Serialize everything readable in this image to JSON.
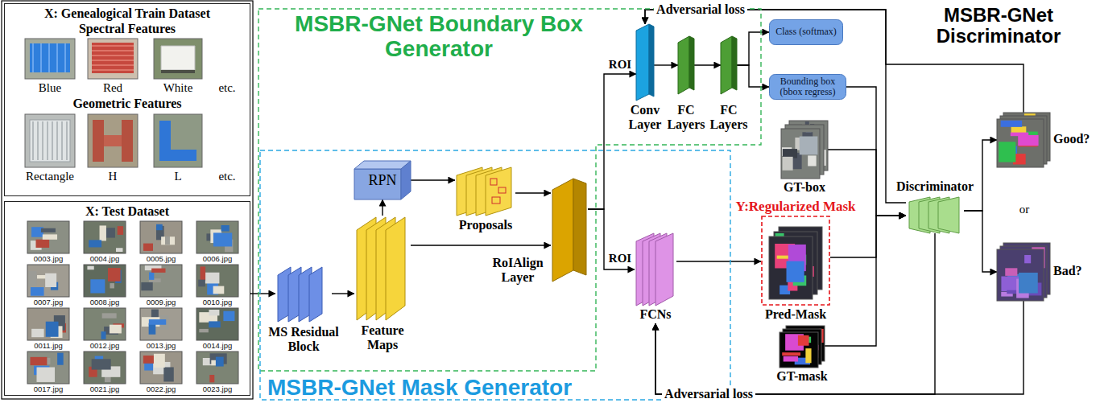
{
  "diagram": {
    "nodes": [
      {
        "text": [
          "X: Genealogical Train Dataset",
          "Spectral Features",
          "Geometric Features"
        ]
      },
      {
        "text": [
          "X: Test Dataset"
        ]
      },
      {
        "text": [
          "MSBR-GNet Boundary Box Generator"
        ]
      },
      {
        "text": [
          "MSBR-GNet Mask Generator"
        ]
      },
      {
        "text": [
          "MS Residual Block"
        ],
        "in": 3
      },
      {
        "text": [
          "Feature Maps"
        ],
        "in": 3
      },
      {
        "text": [
          "RPN"
        ],
        "in": 3
      },
      {
        "text": [
          "Proposals"
        ],
        "in": 3
      },
      {
        "text": [
          "RoIAlign Layer"
        ],
        "in": 3
      },
      {
        "text": [
          "Conv Layer"
        ],
        "in": 2
      },
      {
        "text": [
          "FC Layers"
        ],
        "in": 2
      },
      {
        "text": [
          "FC Layers"
        ],
        "in": 2
      },
      {
        "text": [
          "Class (softmax)"
        ]
      },
      {
        "text": [
          "Bounding box (bbox regress)"
        ]
      },
      {
        "text": [
          "FCNs"
        ],
        "in": 3
      },
      {
        "text": [
          "GT-box"
        ]
      },
      {
        "text": [
          "Y:Regularized Mask",
          "Pred-Mask"
        ]
      },
      {
        "text": [
          "GT-mask"
        ]
      },
      {
        "text": [
          "Discriminator"
        ]
      },
      {
        "text": [
          "Good?"
        ]
      },
      {
        "text": [
          "Bad?"
        ]
      }
    ],
    "edges": [
      {
        "from": 1,
        "to": 4,
        "arrow": "to"
      },
      {
        "from": 4,
        "to": 5,
        "arrow": "to"
      },
      {
        "from": 5,
        "to": 6,
        "arrow": "to"
      },
      {
        "from": 6,
        "to": 7,
        "arrow": "to"
      },
      {
        "from": 7,
        "to": 8,
        "arrow": "to"
      },
      {
        "from": 5,
        "to": 8,
        "arrow": "to"
      },
      {
        "from": 8,
        "to": 9,
        "arrow": "to"
      },
      {
        "from": 8,
        "to": 14,
        "arrow": "to"
      },
      {
        "from": 9,
        "to": 10,
        "arrow": "to"
      },
      {
        "from": 10,
        "to": 11,
        "arrow": "to"
      },
      {
        "from": 11,
        "to": 12,
        "arrow": "to"
      },
      {
        "from": 11,
        "to": 13,
        "arrow": "to"
      },
      {
        "from": 14,
        "to": 16,
        "arrow": "to"
      },
      {
        "from": 13,
        "to": 18,
        "arrow": "to"
      },
      {
        "from": 15,
        "to": 18,
        "arrow": "to"
      },
      {
        "from": 16,
        "to": 18,
        "arrow": "to"
      },
      {
        "from": 17,
        "to": 18,
        "arrow": "to"
      },
      {
        "from": 18,
        "to": 19,
        "arrow": "to"
      },
      {
        "from": 18,
        "to": 20,
        "arrow": "to"
      },
      {
        "from": 18,
        "to": 9,
        "arrow": "to",
        "label": "Adversarial loss"
      },
      {
        "from": 18,
        "to": 14,
        "arrow": "to",
        "label": "Adversarial loss"
      },
      {
        "from": 19,
        "to": 9,
        "arrow": "to"
      },
      {
        "from": 20,
        "to": 14,
        "arrow": "to"
      }
    ],
    "labels": [
      "Blue",
      "Red",
      "White",
      "etc.",
      "Rectangle",
      "H",
      "L",
      "etc.",
      "0003.jpg",
      "0004.jpg",
      "0005.jpg",
      "0006.jpg",
      "0007.jpg",
      "0008.jpg",
      "0009.jpg",
      "0010.jpg",
      "0011.jpg",
      "0012.jpg",
      "0013.jpg",
      "0014.jpg",
      "0017.jpg",
      "0021.jpg",
      "0022.jpg",
      "0023.jpg",
      "ROI",
      "ROI",
      "MSBR-GNet Discriminator",
      "or"
    ]
  }
}
